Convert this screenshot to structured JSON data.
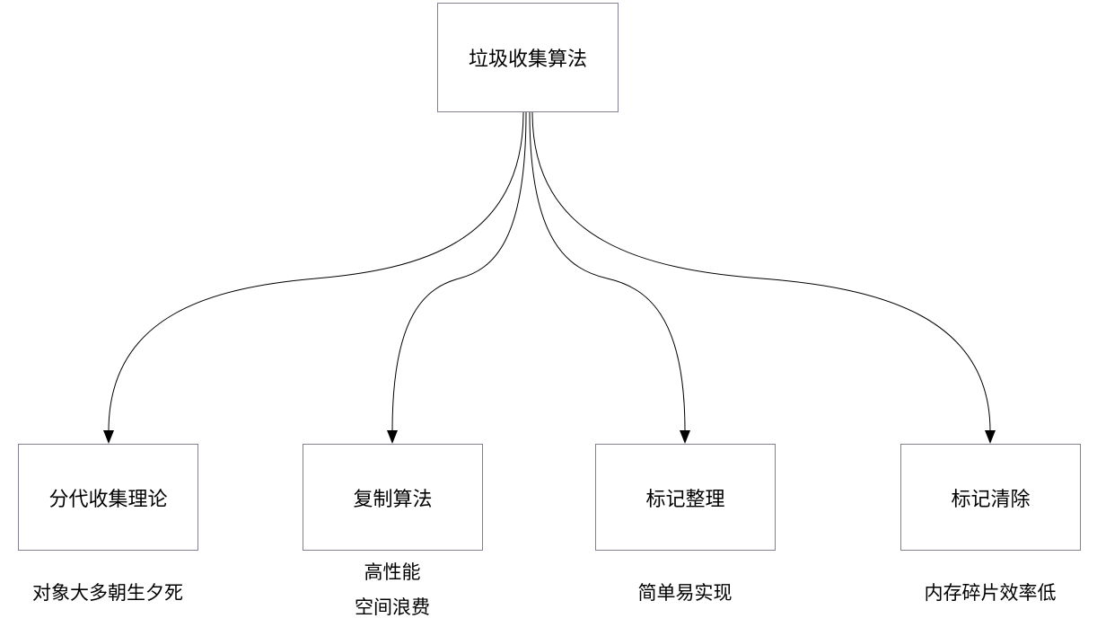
{
  "root": {
    "label": "垃圾收集算法"
  },
  "children": [
    {
      "label": "分代收集理论",
      "caption": [
        "对象大多朝生夕死"
      ]
    },
    {
      "label": "复制算法",
      "caption": [
        "高性能",
        "空间浪费"
      ]
    },
    {
      "label": "标记整理",
      "caption": [
        "简单易实现"
      ]
    },
    {
      "label": "标记清除",
      "caption": [
        "内存碎片效率低"
      ]
    }
  ],
  "colors": {
    "box_border": "#7f8090",
    "edge": "#000000"
  }
}
